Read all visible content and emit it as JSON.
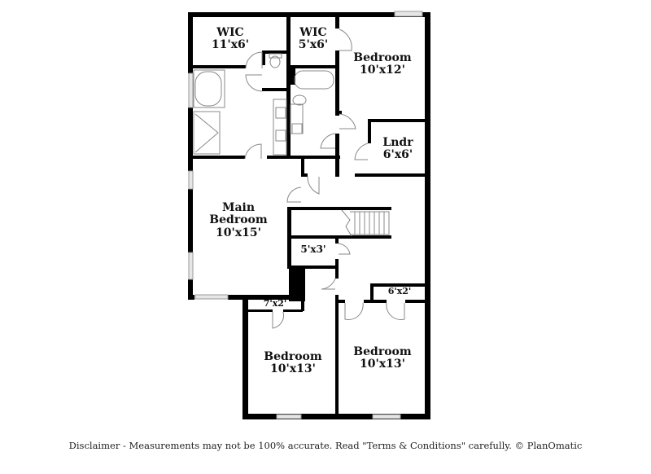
{
  "floorplan": {
    "rooms": [
      {
        "id": "wic-1",
        "name": "WIC",
        "size": "11'x6'"
      },
      {
        "id": "wic-2",
        "name": "WIC",
        "size": "5'x6'"
      },
      {
        "id": "bedroom-1",
        "name": "Bedroom",
        "size": "10'x12'"
      },
      {
        "id": "laundry",
        "name": "Lndr",
        "size": "6'x6'"
      },
      {
        "id": "main-bedroom",
        "name_line1": "Main",
        "name_line2": "Bedroom",
        "size": "10'x15'"
      },
      {
        "id": "closet-5x3",
        "size": "5'x3'"
      },
      {
        "id": "closet-6x2",
        "size": "6'x2'"
      },
      {
        "id": "closet-7x2",
        "size": "7'x2'"
      },
      {
        "id": "bedroom-2",
        "name": "Bedroom",
        "size": "10'x13'"
      },
      {
        "id": "bedroom-3",
        "name": "Bedroom",
        "size": "10'x13'"
      }
    ],
    "colors": {
      "wall": "#000000",
      "fixture": "#9a9a9a",
      "window": "#d8d8d8"
    }
  },
  "footer": {
    "disclaimer": "Disclaimer - Measurements may not be 100% accurate. Read \"Terms & Conditions\" carefully. © PlanOmatic"
  }
}
